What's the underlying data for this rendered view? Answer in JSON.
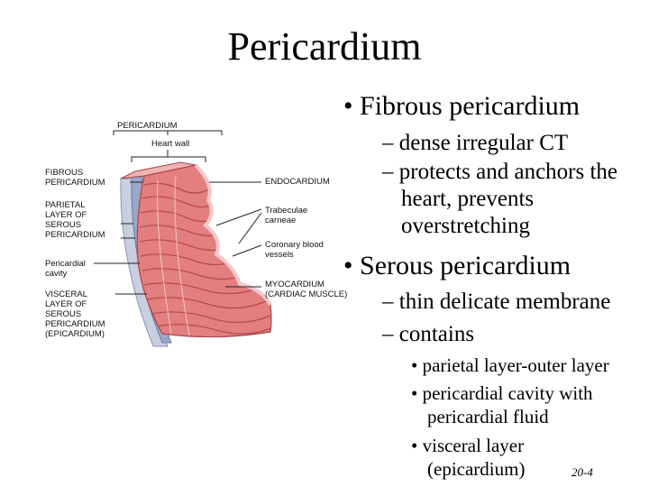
{
  "slide": {
    "title": "Pericardium",
    "page_number": "20-4"
  },
  "bullets": {
    "b1": {
      "marker": "•",
      "text": "Fibrous pericardium"
    },
    "b1_1": {
      "marker": "–",
      "lines": [
        "dense irregular CT"
      ]
    },
    "b1_2": {
      "marker": "–",
      "lines": [
        "protects and anchors the",
        "heart, prevents",
        "overstretching"
      ]
    },
    "b2": {
      "marker": "•",
      "text": "Serous pericardium"
    },
    "b2_1": {
      "marker": "–",
      "lines": [
        "thin delicate membrane"
      ]
    },
    "b2_2": {
      "marker": "–",
      "lines": [
        "contains"
      ]
    },
    "b2_2_1": {
      "marker": "•",
      "lines": [
        "parietal layer-outer layer"
      ]
    },
    "b2_2_2": {
      "marker": "•",
      "lines": [
        "pericardial cavity with",
        "pericardial fluid"
      ]
    },
    "b2_2_3": {
      "marker": "•",
      "lines": [
        "visceral layer",
        "(epicardium)"
      ]
    }
  },
  "figure": {
    "labels": {
      "pericardium": "PERICARDIUM",
      "heart_wall": "Heart wall",
      "fibrous": [
        "FIBROUS",
        "PERICARDIUM"
      ],
      "parietal": [
        "PARIETAL",
        "LAYER OF",
        "SEROUS",
        "PERICARDIUM"
      ],
      "cavity": [
        "Pericardial",
        "cavity"
      ],
      "visceral": [
        "VISCERAL",
        "LAYER OF",
        "SEROUS",
        "PERICARDIUM",
        "(EPICARDIUM)"
      ],
      "endocardium": "ENDOCARDIUM",
      "trabeculae": [
        "Trabeculae",
        "carneae"
      ],
      "coronary": [
        "Coronary blood",
        "vessels"
      ],
      "myocardium": [
        "MYOCARDIUM",
        "(CARDIAC MUSCLE)"
      ]
    },
    "colors": {
      "muscle": "#e37f7f",
      "muscle_dark": "#b84a4e",
      "endocardium": "#f3c6c8",
      "serous": "#9aa7c6",
      "fibrous": "#c9cfe0"
    }
  }
}
